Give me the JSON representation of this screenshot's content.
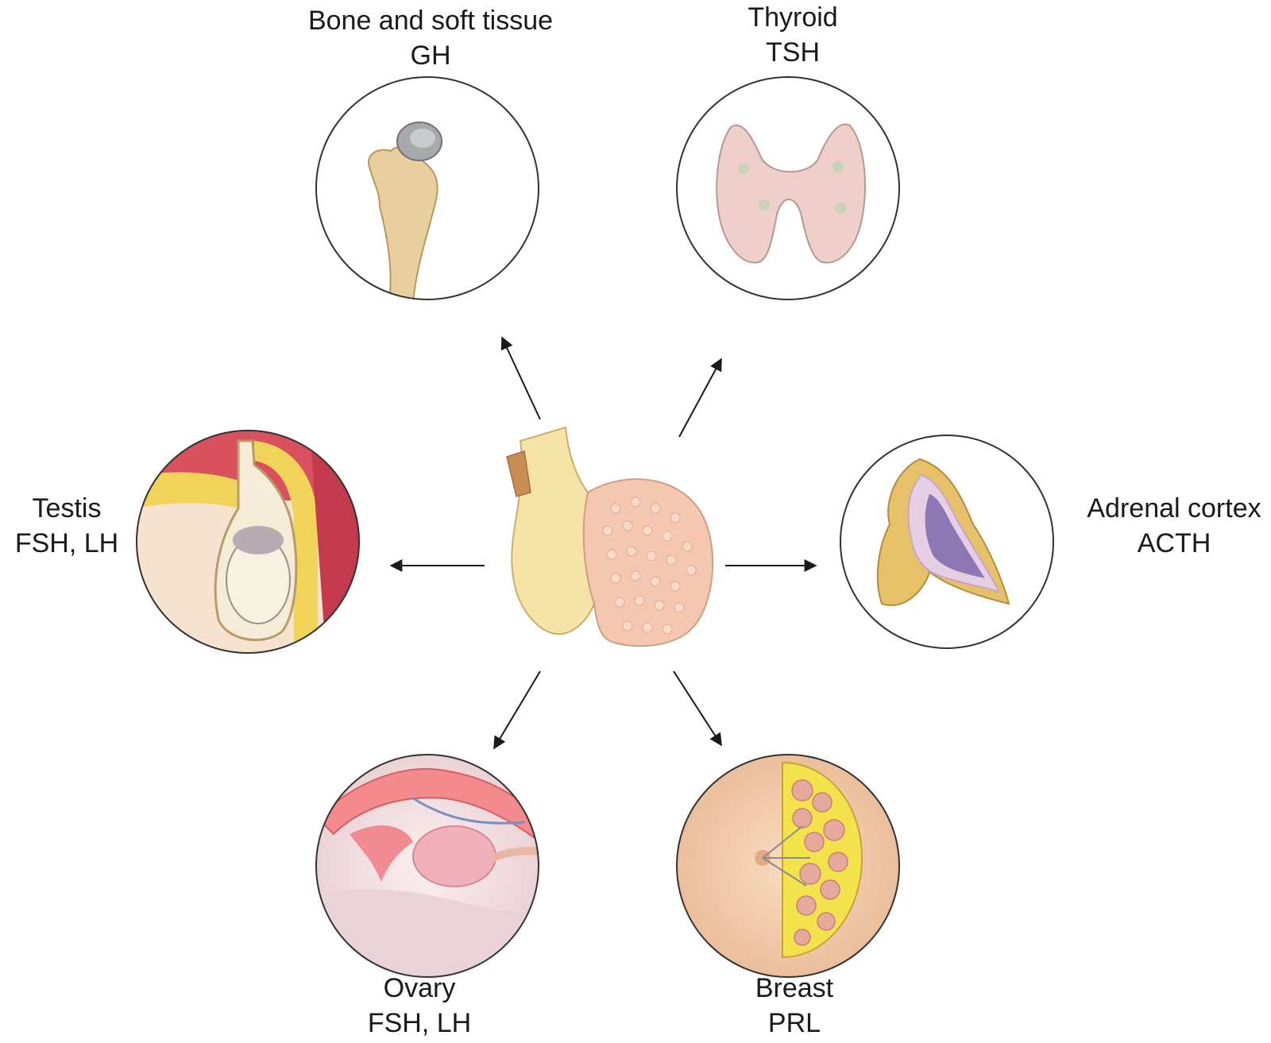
{
  "targets": [
    {
      "id": "bone",
      "organ": "Bone and soft tissue",
      "hormone": "GH"
    },
    {
      "id": "thyroid",
      "organ": "Thyroid",
      "hormone": "TSH"
    },
    {
      "id": "testis",
      "organ": "Testis",
      "hormone": "FSH, LH"
    },
    {
      "id": "adrenal",
      "organ": "Adrenal cortex",
      "hormone": "ACTH"
    },
    {
      "id": "ovary",
      "organ": "Ovary",
      "hormone": "FSH, LH"
    },
    {
      "id": "breast",
      "organ": "Breast",
      "hormone": "PRL"
    }
  ],
  "colors": {
    "arrow": "#1a1a1a",
    "circle_border": "#333333",
    "pituitary_posterior": "#f6e3a8",
    "pituitary_anterior": "#f5c6b0"
  }
}
